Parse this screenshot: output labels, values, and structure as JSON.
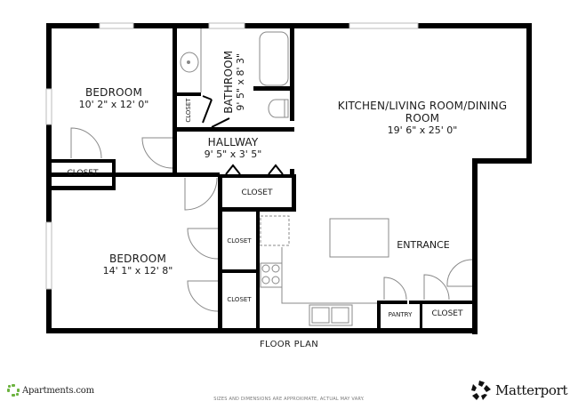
{
  "floorplan": {
    "title": "FLOOR PLAN",
    "rooms": [
      {
        "id": "bedroom-1",
        "name": "BEDROOM",
        "dimensions": "10' 2\" x 12' 0\""
      },
      {
        "id": "bathroom",
        "name": "BATHROOM",
        "dimensions": "9' 5\" x 8' 3\""
      },
      {
        "id": "kitchen-living-dining",
        "name": "KITCHEN/LIVING ROOM/DINING",
        "name_line2": "ROOM",
        "dimensions": "19' 6\" x 25' 0\""
      },
      {
        "id": "hallway",
        "name": "HALLWAY",
        "dimensions": "9' 5\" x 3' 5\""
      },
      {
        "id": "bedroom-2",
        "name": "BEDROOM",
        "dimensions": "14' 1\" x 12' 8\""
      }
    ],
    "labels": {
      "closet_bath": "CLOSET",
      "closet_bedroom1": "CLOSET",
      "closet_hall": "CLOSET",
      "closet_bed2_upper": "CLOSET",
      "closet_bed2_lower": "CLOSET",
      "entrance": "ENTRANCE",
      "pantry": "PANTRY",
      "closet_entry": "CLOSET"
    },
    "colors": {
      "wall": "#000000",
      "fixture": "#888888",
      "window": "#bbbbbb"
    }
  },
  "footer": {
    "disclaimer": "SIZES AND DIMENSIONS ARE APPROXIMATE, ACTUAL MAY VARY.",
    "brand_left": "Apartments.com",
    "brand_left_color": "#6cb33f",
    "brand_right": "Matterport"
  }
}
